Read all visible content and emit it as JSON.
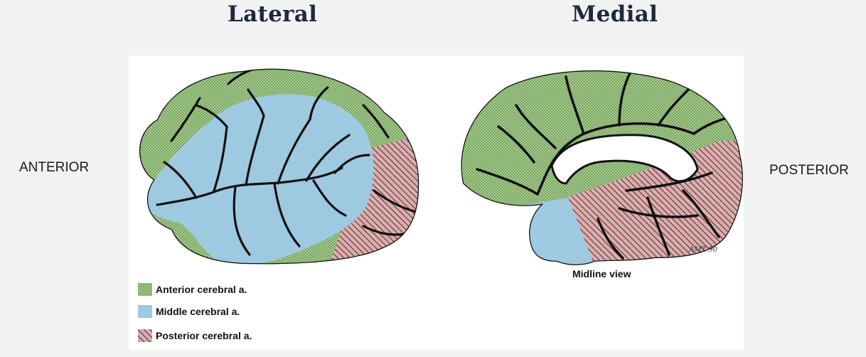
{
  "headings": {
    "lateral": "Lateral",
    "medial": "Medial"
  },
  "orientation": {
    "left": "ANTERIOR",
    "right": "POSTERIOR"
  },
  "figure": {
    "caption": "Midline view",
    "signature": "AMT 90"
  },
  "legend": [
    {
      "label": "Anterior cerebral a.",
      "color": "#a8cf8e",
      "pattern": "dots"
    },
    {
      "label": "Middle cerebral a.",
      "color": "#9ecae1",
      "pattern": "solid"
    },
    {
      "label": "Posterior cerebral a.",
      "color": "#c99898",
      "pattern": "hatch"
    }
  ],
  "colors": {
    "anterior": "#a8cf8e",
    "middle": "#9ecae1",
    "posterior": "#c99898",
    "vessel": "#111111",
    "heading": "#1e2a3a"
  }
}
